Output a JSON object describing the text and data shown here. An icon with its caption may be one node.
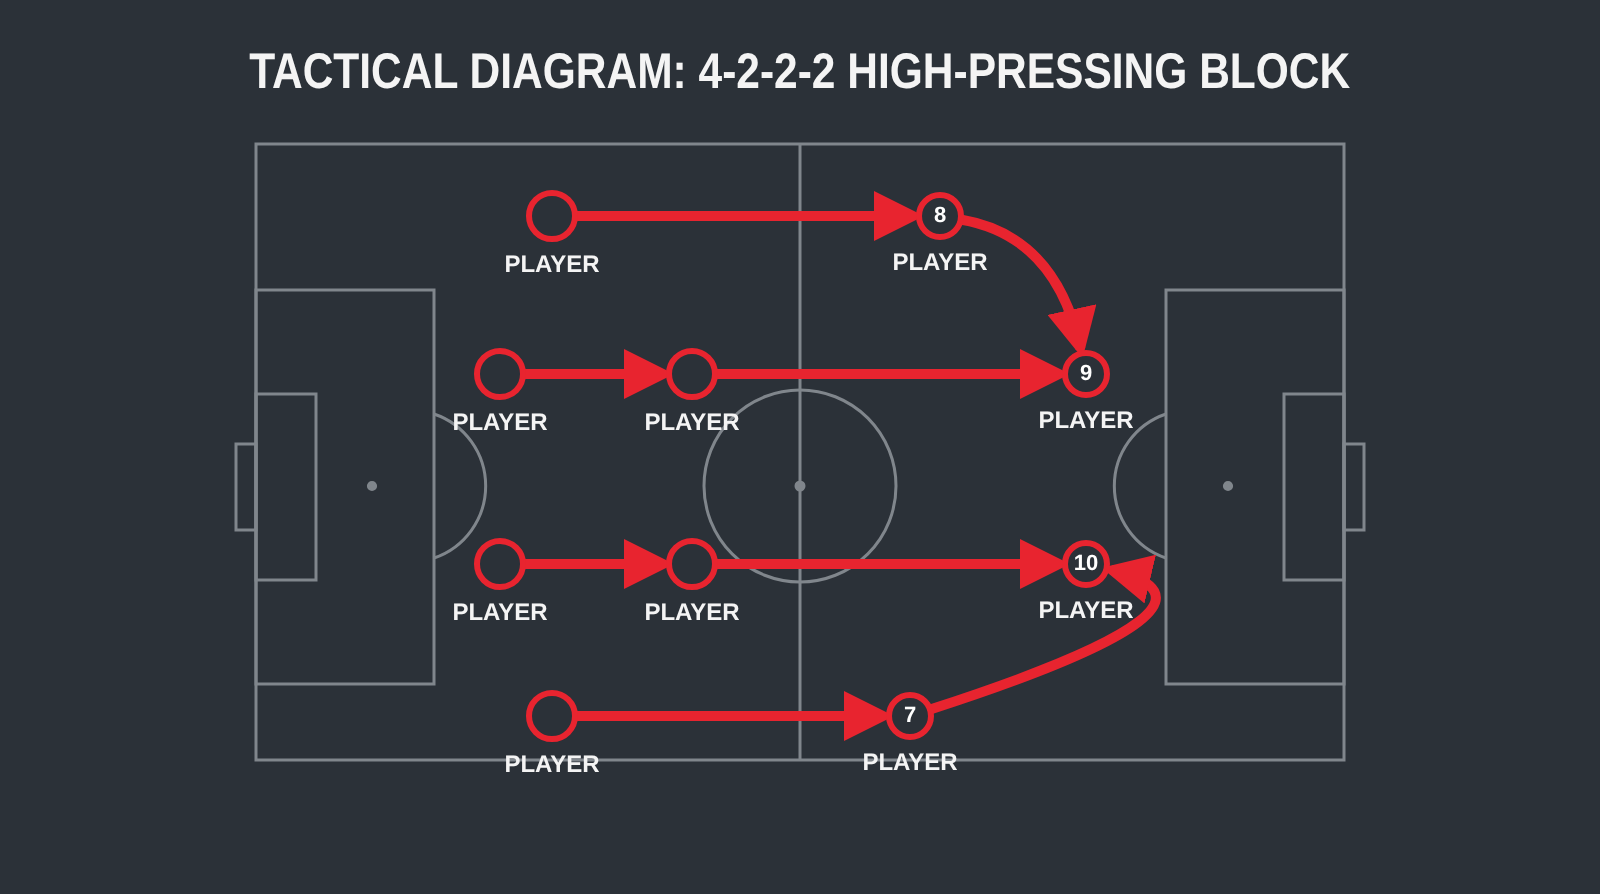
{
  "diagram": {
    "title": "TACTICAL DIAGRAM: 4-2-2-2 HIGH-PRESSING BLOCK",
    "nodes": [
      {
        "text": [],
        "shape": "circle",
        "beside": [
          "PLAYER"
        ]
      },
      {
        "text": [
          "8"
        ],
        "beside": [
          "PLAYER"
        ]
      },
      {
        "text": [],
        "shape": "circle",
        "beside": [
          "PLAYER"
        ]
      },
      {
        "text": [],
        "shape": "circle",
        "beside": [
          "PLAYER"
        ]
      },
      {
        "text": [
          "9"
        ],
        "beside": [
          "PLAYER"
        ]
      },
      {
        "text": [],
        "shape": "circle",
        "beside": [
          "PLAYER"
        ]
      },
      {
        "text": [],
        "shape": "circle",
        "beside": [
          "PLAYER"
        ]
      },
      {
        "text": [
          "10"
        ],
        "beside": [
          "PLAYER"
        ]
      },
      {
        "text": [],
        "shape": "circle",
        "beside": [
          "PLAYER"
        ]
      },
      {
        "text": [
          "7"
        ],
        "beside": [
          "PLAYER"
        ]
      }
    ],
    "edges": [
      {
        "from": 0,
        "to": 1,
        "arrow": "to"
      },
      {
        "from": 1,
        "to": 4,
        "arrow": "to"
      },
      {
        "from": 2,
        "to": 3,
        "arrow": "to"
      },
      {
        "from": 3,
        "to": 4,
        "arrow": "to"
      },
      {
        "from": 5,
        "to": 6,
        "arrow": "to"
      },
      {
        "from": 6,
        "to": 7,
        "arrow": "to"
      },
      {
        "from": 8,
        "to": 9,
        "arrow": "to"
      },
      {
        "from": 9,
        "to": 7,
        "arrow": "to"
      }
    ]
  }
}
